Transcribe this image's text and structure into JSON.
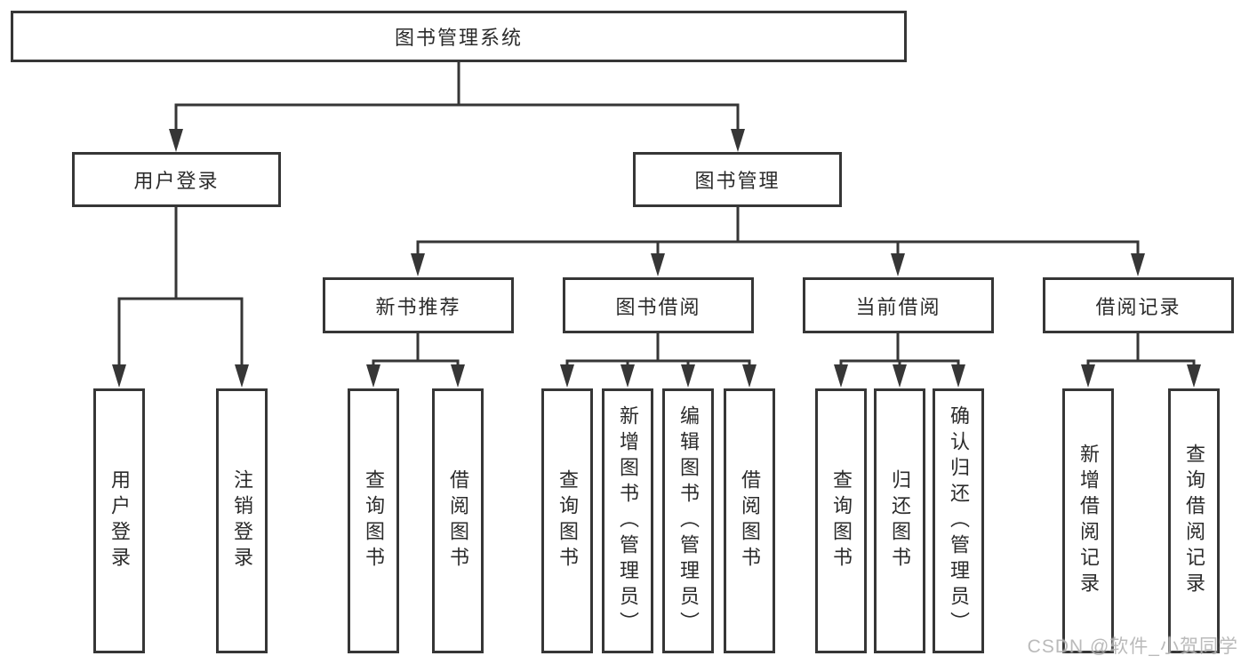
{
  "tree": {
    "title": "图书管理系统",
    "branches": [
      {
        "label": "用户登录",
        "children": [
          {
            "label": "用户登录"
          },
          {
            "label": "注销登录"
          }
        ]
      },
      {
        "label": "图书管理",
        "children": [
          {
            "label": "新书推荐",
            "children": [
              {
                "label": "查询图书"
              },
              {
                "label": "借阅图书"
              }
            ]
          },
          {
            "label": "图书借阅",
            "children": [
              {
                "label": "查询图书"
              },
              {
                "label": "新增图书（管理员）"
              },
              {
                "label": "编辑图书（管理员）"
              },
              {
                "label": "借阅图书"
              }
            ]
          },
          {
            "label": "当前借阅",
            "children": [
              {
                "label": "查询图书"
              },
              {
                "label": "归还图书"
              },
              {
                "label": "确认归还（管理员）"
              }
            ]
          },
          {
            "label": "借阅记录",
            "children": [
              {
                "label": "新增借阅记录"
              },
              {
                "label": "查询借阅记录"
              }
            ]
          }
        ]
      }
    ]
  },
  "watermark": {
    "text": "CSDN @软件_小贺同学"
  },
  "colors": {
    "line": "#363636",
    "text": "#2b2b2b",
    "background": "#ffffff",
    "watermark": "#b3b3b3"
  }
}
